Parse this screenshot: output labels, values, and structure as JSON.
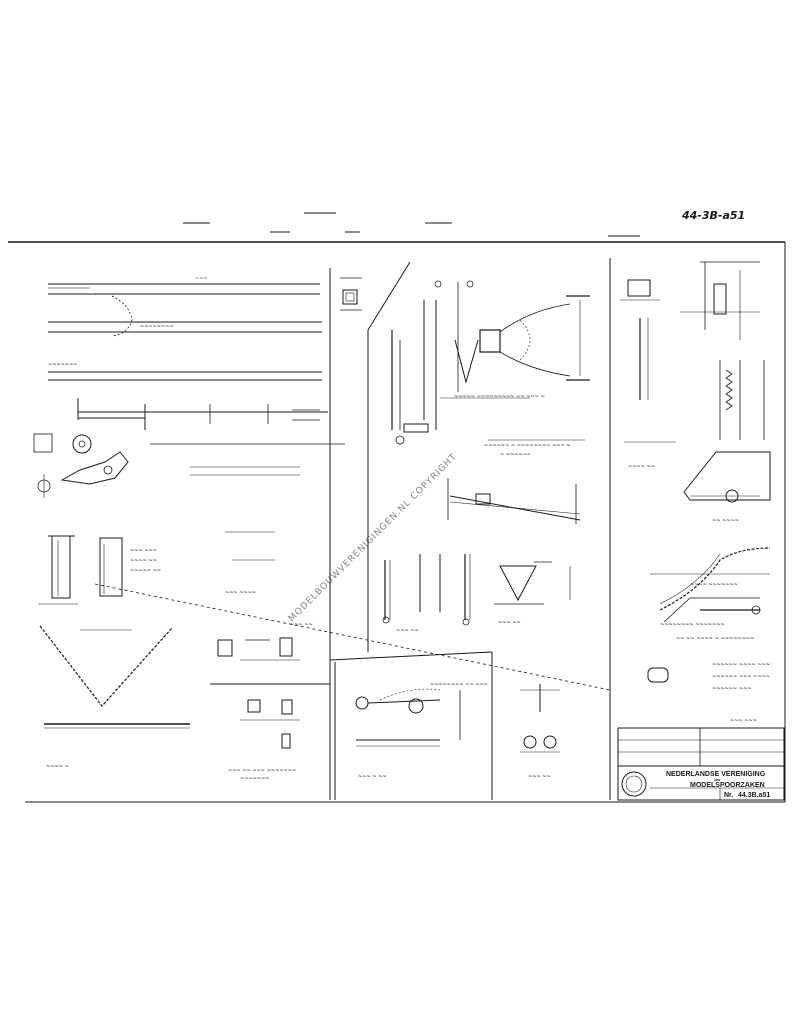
{
  "drawing": {
    "number_handwritten": "44-3B-a51",
    "watermark": "MODELBOUWVERENIGINGEN.NL COPYRIGHT",
    "title_block": {
      "org_line1": "NEDERLANDSE VERENIGING",
      "org_line2": "van",
      "org_line3": "MODELSPOORZAKEN",
      "number_label": "Nr.",
      "number_value": "44.3B.a51"
    }
  },
  "colors": {
    "ink": "#1a1a1a",
    "paper": "#ffffff"
  }
}
